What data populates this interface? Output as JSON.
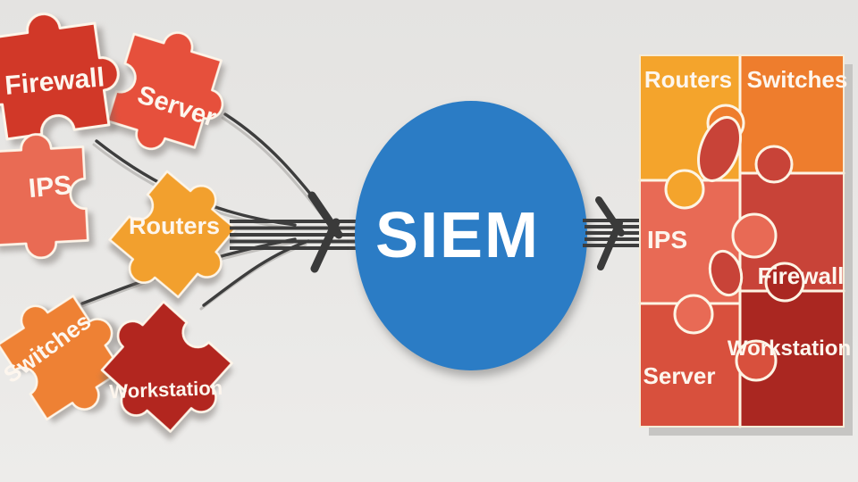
{
  "siem": {
    "label": "SIEM"
  },
  "left_pieces": [
    {
      "id": "firewall",
      "label": "Firewall"
    },
    {
      "id": "server",
      "label": "Server"
    },
    {
      "id": "ips",
      "label": "IPS"
    },
    {
      "id": "routers",
      "label": "Routers"
    },
    {
      "id": "switches",
      "label": "Switches"
    },
    {
      "id": "workstation",
      "label": "Workstation"
    }
  ],
  "right_panel": {
    "pieces": [
      {
        "id": "routers",
        "label": "Routers"
      },
      {
        "id": "switches",
        "label": "Switches"
      },
      {
        "id": "ips",
        "label": "IPS"
      },
      {
        "id": "firewall",
        "label": "Firewall"
      },
      {
        "id": "server",
        "label": "Server"
      },
      {
        "id": "workstation",
        "label": "Workstation"
      }
    ]
  },
  "colors": {
    "background_top": "#e4e3e1",
    "background_bottom": "#edecea",
    "siem_circle": "#2b7cc5",
    "siem_text": "#ffffff",
    "connector": "#3d3d3d",
    "connector_shadow": "#b5b3b0",
    "arrowhead": "#3a3a3a",
    "label_text": "#fdf6ee",
    "piece_outline": "#fdf5e9",
    "panel_shadow": "#c6c5c3",
    "firewall": "#d13828",
    "server": "#e6503c",
    "ips": "#e96b54",
    "routers": "#f2a02e",
    "switches": "#ee8134",
    "workstation": "#b2261f",
    "panel_routers": "#f4a42c",
    "panel_switches": "#ee7d2d",
    "panel_ips": "#e86a55",
    "panel_firewall": "#c84338",
    "panel_server": "#d8503d",
    "panel_workstation": "#aa2721"
  }
}
